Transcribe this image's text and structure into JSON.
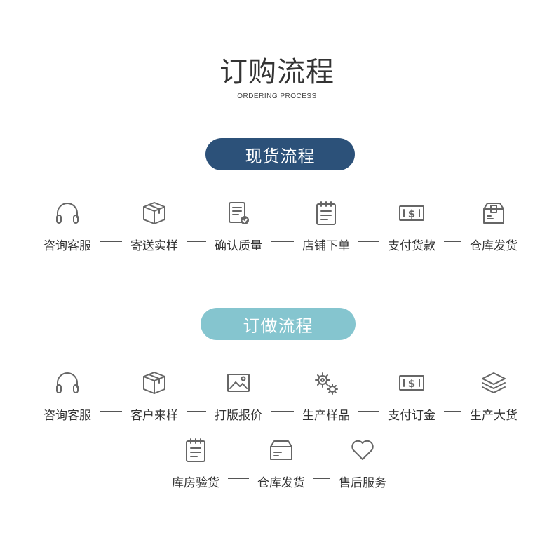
{
  "header": {
    "title": "订购流程",
    "subtitle": "ORDERING PROCESS"
  },
  "colors": {
    "pill_a": "#2c5179",
    "pill_b": "#85c5cf",
    "icon_stroke": "#666666"
  },
  "stock": {
    "label": "现货流程",
    "steps": [
      {
        "label": "咨询客服",
        "icon": "headset-icon"
      },
      {
        "label": "寄送实样",
        "icon": "box-icon"
      },
      {
        "label": "确认质量",
        "icon": "checklist-icon"
      },
      {
        "label": "店铺下单",
        "icon": "clipboard-icon"
      },
      {
        "label": "支付货款",
        "icon": "money-icon"
      },
      {
        "label": "仓库发货",
        "icon": "package-icon"
      }
    ]
  },
  "custom": {
    "label": "订做流程",
    "steps": [
      {
        "label": "咨询客服",
        "icon": "headset-icon"
      },
      {
        "label": "客户来样",
        "icon": "box-icon"
      },
      {
        "label": "打版报价",
        "icon": "image-icon"
      },
      {
        "label": "生产样品",
        "icon": "gears-icon"
      },
      {
        "label": "支付订金",
        "icon": "money-icon"
      },
      {
        "label": "生产大货",
        "icon": "layers-icon"
      },
      {
        "label": "库房验货",
        "icon": "clipboard-icon"
      },
      {
        "label": "仓库发货",
        "icon": "card-box-icon"
      },
      {
        "label": "售后服务",
        "icon": "heart-icon"
      }
    ]
  }
}
